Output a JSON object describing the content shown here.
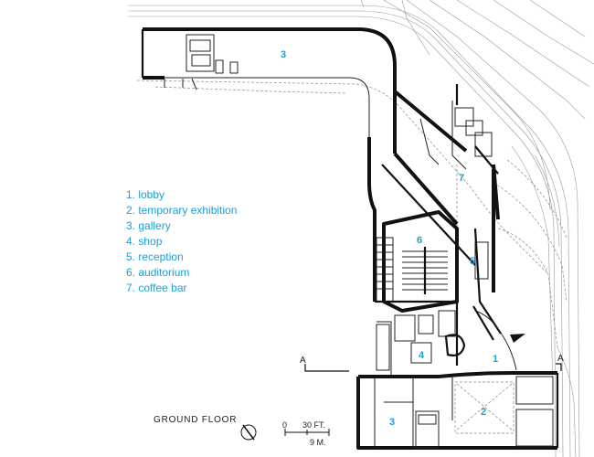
{
  "legend": [
    "1. lobby",
    "2. temporary exhibition",
    "3. gallery",
    "4. shop",
    "5. reception",
    "6. auditorium",
    "7. coffee bar"
  ],
  "room_labels": {
    "r1": "1",
    "r2": "2",
    "r3a": "3",
    "r3b": "3",
    "r4": "4",
    "r5": "5",
    "r6": "6",
    "r7": "7"
  },
  "section_marks": {
    "left": "A",
    "right": "A"
  },
  "footer": {
    "title": "GROUND FLOOR",
    "scale_zero": "0",
    "scale_ft": "30 FT.",
    "scale_m": "9 M."
  },
  "colors": {
    "label": "#1a9fd6",
    "ink": "#111111",
    "grey_line": "#9a9a9a"
  }
}
